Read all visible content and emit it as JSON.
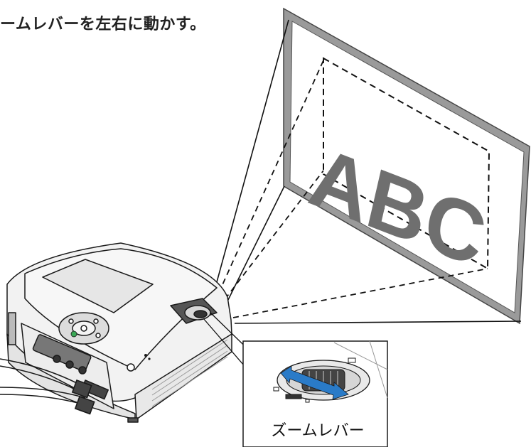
{
  "instruction_text": "ームレバーを左右に動かす。",
  "screen_text": "ABC",
  "zoom_lever_label": "ズームレバー",
  "colors": {
    "screen_frame": "#9a9a9a",
    "screen_text": "#6f6f6f",
    "zoom_arrow": "#2a7bc8",
    "power_led": "#3aa856",
    "projector_body": "#f2f2f2",
    "outline": "#1a1a1a"
  }
}
